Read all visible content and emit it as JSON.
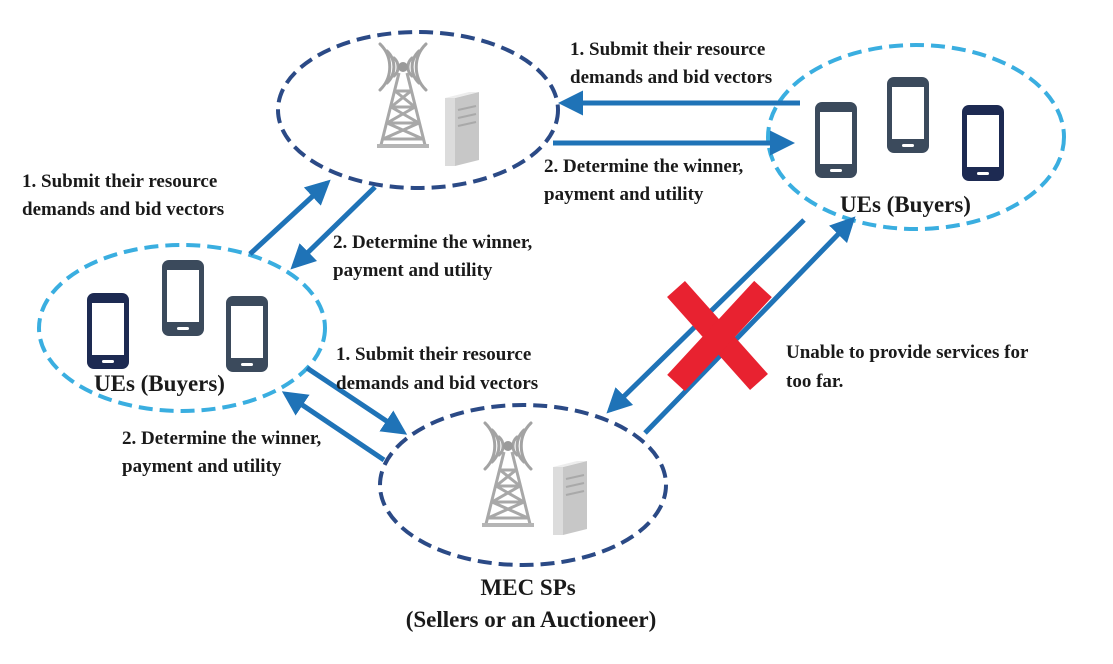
{
  "top_left_label": {
    "line1": "1. Submit their resource",
    "line2": "demands and bid vectors"
  },
  "mid_left_label": {
    "line1": "2. Determine the winner,",
    "line2": "payment and utility"
  },
  "top_right_submit_label": {
    "line1": "1. Submit their resource",
    "line2": "demands and bid vectors"
  },
  "top_right_determine_label": {
    "line1": "2. Determine the winner,",
    "line2": "payment and utility"
  },
  "center_submit_label": {
    "line1": "1. Submit their resource",
    "line2": "demands and bid vectors"
  },
  "bottom_left_label": {
    "line1": "2. Determine the winner,",
    "line2": "payment and utility"
  },
  "unable_label": {
    "line1": "Unable to provide services for",
    "line2": "too far."
  },
  "ues_right_title": "UEs (Buyers)",
  "ues_left_title": "UEs (Buyers)",
  "mec_title": {
    "line1": "MEC SPs",
    "line2": "(Sellers or an Auctioneer)"
  },
  "colors": {
    "arrow": "#1f73b7",
    "dark_dashed": "#2b4a86",
    "light_dashed": "#3aaee0",
    "cross": "#e82230",
    "phone_dark": "#3b4a5c",
    "phone_navy": "#1d2a52"
  },
  "icons": [
    "cell-tower-icon",
    "server-icon",
    "smartphone-icon",
    "red-cross-icon"
  ]
}
